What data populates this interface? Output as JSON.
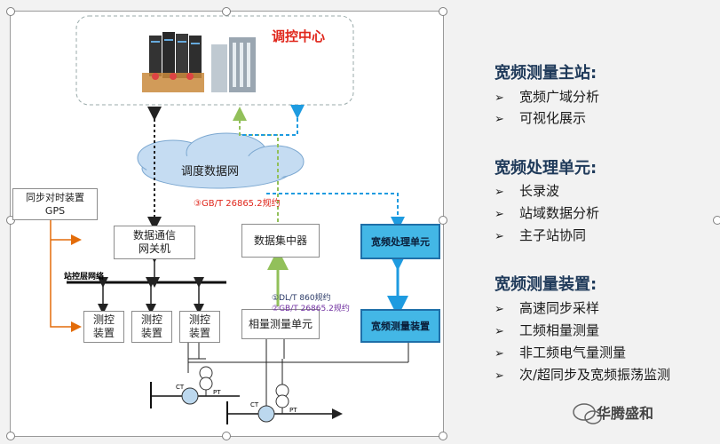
{
  "diagram": {
    "control_center": "调控中心",
    "dispatch_network": "调度数据网",
    "sync_device_line1": "同步对时装置",
    "sync_device_line2": "GPS",
    "comm_gateway_line1": "数据通信",
    "comm_gateway_line2": "网关机",
    "data_concentrator": "数据集中器",
    "wideband_processing_unit": "宽频处理单元",
    "station_network": "站控层网络",
    "control_device_line1": "测控",
    "control_device_line2": "装置",
    "pmu_unit": "相量测量单元",
    "wideband_measure_device": "宽频测量装置",
    "protocol_3": "③GB/T 26865.2规约",
    "protocol_1": "①DL/T 860规约",
    "protocol_2": "②GB/T 26865.2规约",
    "ct_label": "CT",
    "pt_label": "PT"
  },
  "sections": [
    {
      "title": "宽频测量主站:",
      "items": [
        "宽频广域分析",
        "可视化展示"
      ]
    },
    {
      "title": "宽频处理单元:",
      "items": [
        "长录波",
        "站域数据分析",
        "主子站协同"
      ]
    },
    {
      "title": "宽频测量装置:",
      "items": [
        "高速同步采样",
        "工频相量测量",
        "非工频电气量测量",
        "次/超同步及宽频振荡监测"
      ]
    }
  ],
  "bullet_marker": "➢",
  "watermark": "华腾盛和",
  "colors": {
    "accent_blue": "#43b7e6",
    "title": "#1f3a5a",
    "protocol_red": "#e0261b",
    "protocol_purple": "#7030a0",
    "arrow_green": "#92c05a",
    "arrow_orange": "#e36c0a"
  }
}
